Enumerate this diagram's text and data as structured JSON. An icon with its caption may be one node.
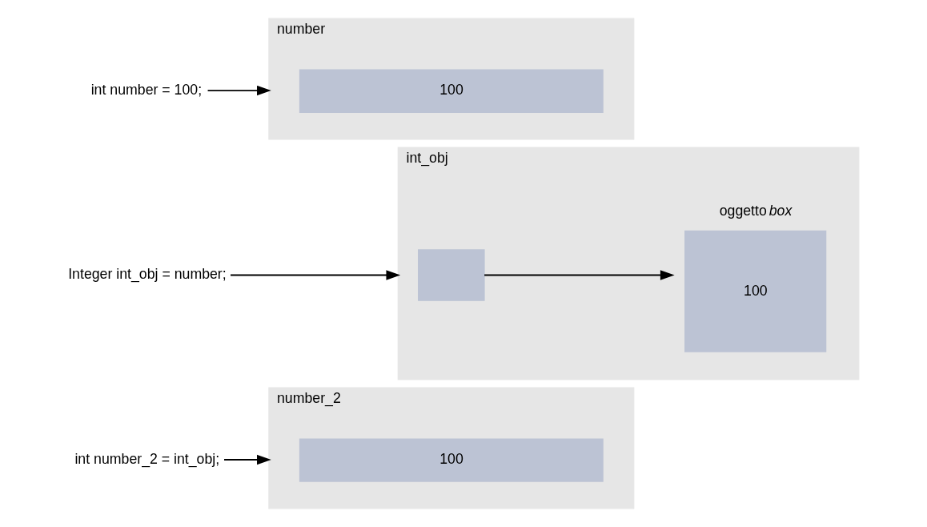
{
  "diagram": {
    "nodes": [
      {
        "text": [
          "int number = 100;"
        ]
      },
      {
        "text": [
          "number"
        ]
      },
      {
        "text": [
          "100"
        ],
        "in": 1
      },
      {
        "text": [
          "Integer int_obj = number;"
        ]
      },
      {
        "text": [
          "int_obj"
        ]
      },
      {
        "text": [],
        "shape": "box",
        "in": 4
      },
      {
        "text": [
          "oggetto *box*",
          "100"
        ],
        "in": 4
      },
      {
        "text": [
          "int number_2 = int_obj;"
        ]
      },
      {
        "text": [
          "number_2"
        ]
      },
      {
        "text": [
          "100"
        ],
        "in": 8
      }
    ],
    "edges": [
      {
        "from": 0,
        "to": 1,
        "arrow": "to"
      },
      {
        "from": 3,
        "to": 4,
        "arrow": "to"
      },
      {
        "from": 5,
        "to": 6,
        "arrow": "to"
      },
      {
        "from": 7,
        "to": 8,
        "arrow": "to"
      }
    ]
  }
}
